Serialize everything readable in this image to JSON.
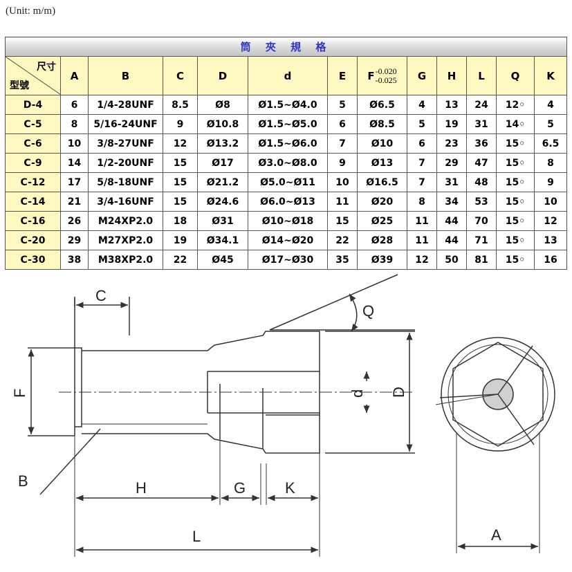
{
  "unit_note": "(Unit: m/m)",
  "table": {
    "title": "筒 夾 規 格",
    "corner_top": "尺寸",
    "corner_bottom": "型號",
    "columns": [
      "A",
      "B",
      "C",
      "D",
      "d",
      "E",
      "F",
      "G",
      "H",
      "L",
      "Q",
      "K"
    ],
    "f_tol_upper": "-0.020",
    "f_tol_lower": "-0.025",
    "rows": [
      {
        "model": "D-4",
        "cells": [
          "6",
          "1/4-28UNF",
          "8.5",
          "Ø8",
          "Ø1.5~Ø4.0",
          "5",
          "Ø6.5",
          "4",
          "13",
          "24",
          "12◦",
          "4"
        ]
      },
      {
        "model": "C-5",
        "cells": [
          "8",
          "5/16-24UNF",
          "9",
          "Ø10.8",
          "Ø1.5~Ø5.0",
          "6",
          "Ø8.5",
          "5",
          "19",
          "31",
          "14◦",
          "5"
        ]
      },
      {
        "model": "C-6",
        "cells": [
          "10",
          "3/8-27UNF",
          "12",
          "Ø13.2",
          "Ø1.5~Ø6.0",
          "7",
          "Ø10",
          "6",
          "23",
          "36",
          "15◦",
          "6.5"
        ]
      },
      {
        "model": "C-9",
        "cells": [
          "14",
          "1/2-20UNF",
          "15",
          "Ø17",
          "Ø3.0~Ø8.0",
          "9",
          "Ø13",
          "7",
          "29",
          "47",
          "15◦",
          "8"
        ]
      },
      {
        "model": "C-12",
        "cells": [
          "17",
          "5/8-18UNF",
          "15",
          "Ø21.2",
          "Ø5.0~Ø11",
          "10",
          "Ø16.5",
          "7",
          "31",
          "48",
          "15◦",
          "9"
        ]
      },
      {
        "model": "C-14",
        "cells": [
          "21",
          "3/4-16UNF",
          "15",
          "Ø24.6",
          "Ø6.0~Ø13",
          "11",
          "Ø20",
          "8",
          "34",
          "53",
          "15◦",
          "10"
        ]
      },
      {
        "model": "C-16",
        "cells": [
          "26",
          "M24XP2.0",
          "18",
          "Ø31",
          "Ø10~Ø18",
          "15",
          "Ø25",
          "11",
          "44",
          "70",
          "15◦",
          "12"
        ]
      },
      {
        "model": "C-20",
        "cells": [
          "29",
          "M27XP2.0",
          "19",
          "Ø34.1",
          "Ø14~Ø20",
          "22",
          "Ø28",
          "11",
          "44",
          "71",
          "15◦",
          "13"
        ]
      },
      {
        "model": "C-30",
        "cells": [
          "38",
          "M38XP2.0",
          "22",
          "Ø45",
          "Ø17~Ø30",
          "35",
          "Ø39",
          "12",
          "50",
          "81",
          "15◦",
          "16"
        ]
      }
    ]
  },
  "drawing": {
    "labels": {
      "C": "C",
      "Q": "Q",
      "F": "F",
      "D": "D",
      "d": "d",
      "B": "B",
      "H": "H",
      "G": "G",
      "K": "K",
      "L": "L",
      "A": "A"
    }
  }
}
